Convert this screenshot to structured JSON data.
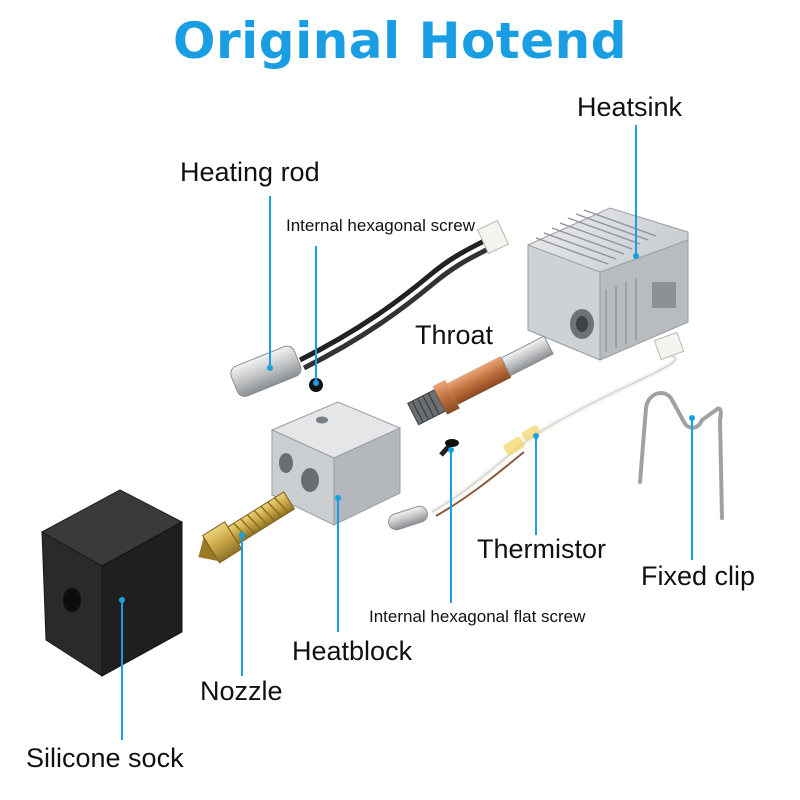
{
  "title": "Original Hotend",
  "colors": {
    "title": "#1a9ee3",
    "leader_line": "#1a9ee3",
    "aluminium": "#d4d7da",
    "copper": "#c97a45",
    "brass": "#c9a646",
    "silicone": "#2b2b2b"
  },
  "labels": {
    "heatsink": "Heatsink",
    "heating_rod": "Heating rod",
    "internal_hex_screw": "Internal hexagonal screw",
    "throat": "Throat",
    "thermistor": "Thermistor",
    "fixed_clip": "Fixed clip",
    "internal_hex_flat_screw": "Internal hexagonal flat screw",
    "heatblock": "Heatblock",
    "nozzle": "Nozzle",
    "silicone_sock": "Silicone sock"
  }
}
